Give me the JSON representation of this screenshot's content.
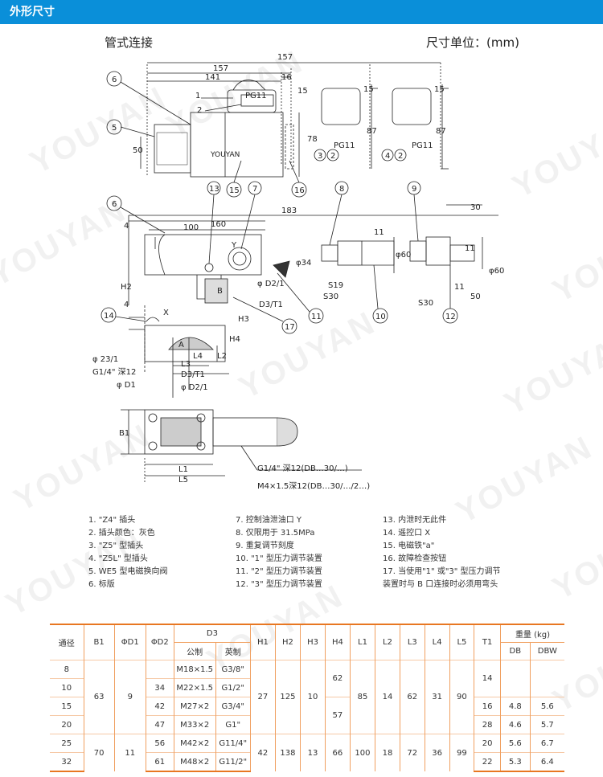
{
  "header": {
    "title": "外形尺寸"
  },
  "subtitle": {
    "left": "管式连接",
    "right": "尺寸单位：(mm)"
  },
  "watermark": "YOUYAN",
  "drawing": {
    "dims_top": [
      "157",
      "157",
      "141",
      "16",
      "15",
      "15",
      "15",
      "78",
      "87",
      "87",
      "50",
      "PG11",
      "PG11",
      "PG11",
      "YOUYAN"
    ],
    "dims_mid": [
      "183",
      "100",
      "160",
      "4",
      "Y",
      "φ34",
      "φ D2/1",
      "D3/T1",
      "H2",
      "H3",
      "H4",
      "4",
      "X",
      "φ 23/1",
      "G1/4\" 深12",
      "φ D1",
      "L4",
      "L3",
      "L2",
      "D3/T1",
      "φ D2/1",
      "A",
      "B",
      "11",
      "φ60",
      "S19",
      "S30",
      "30",
      "11",
      "φ60",
      "11",
      "S30",
      "50",
      "B1",
      "L1",
      "L5"
    ],
    "callouts": [
      "6",
      "1",
      "2",
      "5",
      "3",
      "2",
      "4",
      "2",
      "15",
      "16",
      "6",
      "13",
      "7",
      "8",
      "9",
      "11",
      "10",
      "12",
      "14",
      "17"
    ],
    "port_note_1": "G1/4\" 深12(DB…30/…)",
    "port_note_2": "M4×1.5深12(DB…30/…/2…)"
  },
  "notes": {
    "col1": [
      "1. \"Z4\" 插头",
      "2. 插头颜色：灰色",
      "3. \"Z5\" 型插头",
      "4. \"Z5L\" 型插头",
      "5. WE5 型电磁换向阀",
      "6. 标版"
    ],
    "col2": [
      "7. 控制油泄油口 Y",
      "8. 仅限用于 31.5MPa",
      "9. 重复调节刻度",
      "10. \"1\" 型压力调节装置",
      "11. \"2\" 型压力调节装置",
      "12. \"3\" 型压力调节装置"
    ],
    "col3": [
      "13. 内泄时无此件",
      "14. 遥控口 X",
      "15. 电磁铁\"a\"",
      "16. 故障检查按钮",
      "17. 当使用\"1\" 或\"3\" 型压力调节",
      "装置时与 B 口连接时必须用弯头"
    ]
  },
  "table": {
    "headers": {
      "tongjing": "通径",
      "b1": "B1",
      "d1": "ΦD1",
      "d2": "ΦD2",
      "d3": "D3",
      "d3_metric": "公制",
      "d3_imperial": "英制",
      "h1": "H1",
      "h2": "H2",
      "h3": "H3",
      "h4": "H4",
      "l1": "L1",
      "l2": "L2",
      "l3": "L3",
      "l4": "L4",
      "l5": "L5",
      "t1": "T1",
      "weight": "重量 (kg)",
      "db": "DB",
      "dbw": "DBW"
    },
    "rows": [
      {
        "tj": "8",
        "d2": "",
        "metric": "M18×1.5",
        "imperial": "G3/8\"",
        "t1": "14",
        "db": "",
        "dbw": ""
      },
      {
        "tj": "10",
        "d2": "34",
        "metric": "M22×1.5",
        "imperial": "G1/2\"",
        "t1": "",
        "db": "",
        "dbw": ""
      },
      {
        "tj": "15",
        "d2": "42",
        "metric": "M27×2",
        "imperial": "G3/4\"",
        "t1": "16",
        "db": "4.8",
        "dbw": "5.6"
      },
      {
        "tj": "20",
        "d2": "47",
        "metric": "M33×2",
        "imperial": "G1\"",
        "t1": "28",
        "db": "4.6",
        "dbw": "5.7"
      },
      {
        "tj": "25",
        "d2": "56",
        "metric": "M42×2",
        "imperial": "G11/4\"",
        "t1": "20",
        "db": "5.6",
        "dbw": "6.7"
      },
      {
        "tj": "32",
        "d2": "61",
        "metric": "M48×2",
        "imperial": "G11/2\"",
        "t1": "22",
        "db": "5.3",
        "dbw": "6.4"
      }
    ],
    "merged": {
      "b1_a": "63",
      "b1_b": "70",
      "d1_a": "9",
      "d1_b": "11",
      "h1_a": "27",
      "h1_b": "42",
      "h2_a": "125",
      "h2_b": "138",
      "h3_a": "10",
      "h3_b": "13",
      "h4_a": "62",
      "h4_b": "57",
      "h4_c": "66",
      "l1_a": "85",
      "l1_b": "100",
      "l2_a": "14",
      "l2_b": "18",
      "l3_a": "62",
      "l3_b": "72",
      "l4_a": "31",
      "l4_b": "36",
      "l5_a": "90",
      "l5_b": "99"
    }
  }
}
